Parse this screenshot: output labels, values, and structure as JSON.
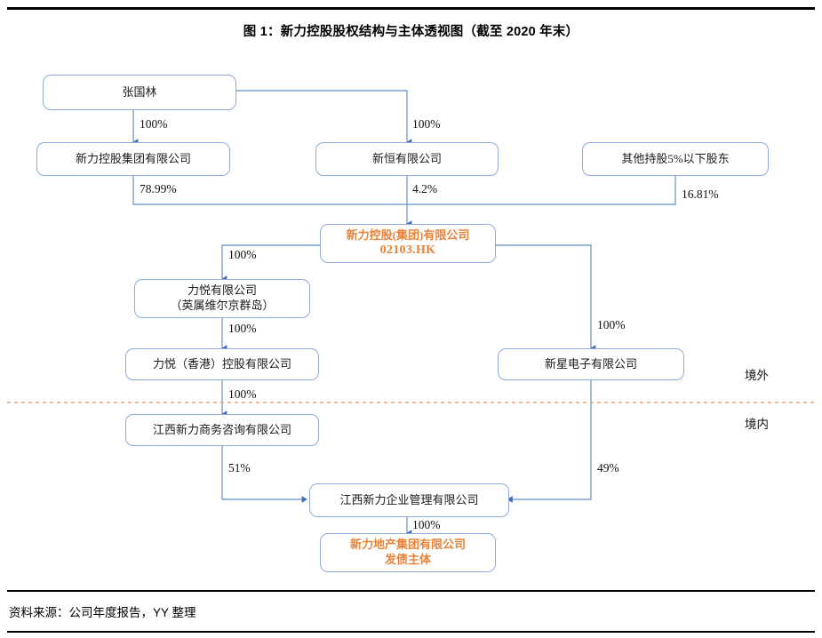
{
  "title": "图 1：新力控股股权结构与主体透视图（截至 2020 年末）",
  "source_note": "资料来源：公司年度报告，YY 整理",
  "colors": {
    "box_border": "#8FAADC",
    "connector": "#5B87C5",
    "highlight_text": "#E8833A",
    "boundary_dash": "#E8A87C",
    "rule": "#000000"
  },
  "nodes": {
    "zhang_guolin": {
      "label": "张国林"
    },
    "xinli_holding_group": {
      "label": "新力控股集团有限公司"
    },
    "xinheng": {
      "label": "新恒有限公司"
    },
    "other_shareholders": {
      "label": "其他持股5%以下股东"
    },
    "listco": {
      "label": "新力控股(集团)有限公司",
      "ticker": "02103.HK"
    },
    "liyue_bvi": {
      "line1": "力悦有限公司",
      "line2": "（英属维尔京群岛）"
    },
    "liyue_hk": {
      "label": "力悦（香港）控股有限公司"
    },
    "jiangxi_xinli_consulting": {
      "label": "江西新力商务咨询有限公司"
    },
    "xinxing_electronics": {
      "label": "新星电子有限公司"
    },
    "jiangxi_xinli_management": {
      "label": "江西新力企业管理有限公司"
    },
    "issuer": {
      "line1": "新力地产集团有限公司",
      "line2": "发债主体"
    }
  },
  "edges": {
    "zhang_to_holding_group": "100%",
    "zhang_to_xinheng": "100%",
    "holding_group_to_listco": "78.99%",
    "xinheng_to_listco": "4.2%",
    "others_to_listco": "16.81%",
    "listco_to_liyue_bvi": "100%",
    "liyue_bvi_to_liyue_hk": "100%",
    "liyue_hk_to_consulting": "100%",
    "listco_to_xinxing": "100%",
    "consulting_to_management": "51%",
    "xinxing_to_management": "49%",
    "management_to_issuer": "100%"
  },
  "boundary": {
    "offshore_label": "境外",
    "onshore_label": "境内"
  }
}
